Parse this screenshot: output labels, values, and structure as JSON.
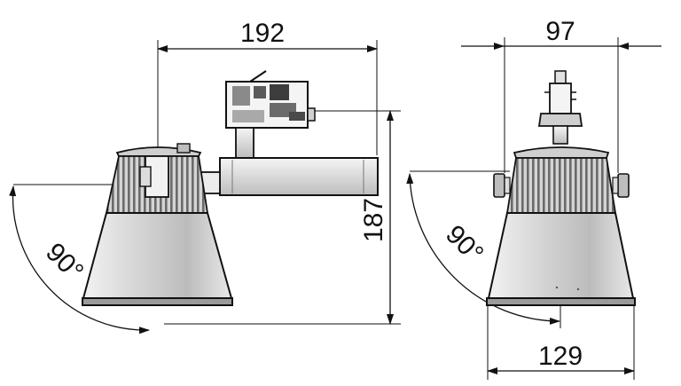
{
  "dimensions": {
    "width_side": "192",
    "width_front": "97",
    "height": "187",
    "base_width": "129",
    "tilt_side": "90°",
    "tilt_front": "90°"
  },
  "colors": {
    "line": "#111111",
    "shade_light": "#e4e4e4",
    "shade_mid": "#bdbdbd",
    "shade_dark": "#6d6d6d",
    "rim": "#9a9a9a"
  }
}
